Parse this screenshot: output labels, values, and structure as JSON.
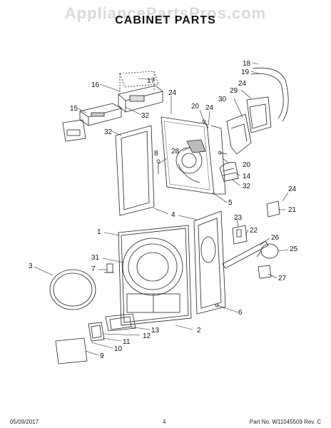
{
  "header": {
    "watermark": "AppliancePartsPros.com",
    "title": "CABINET PARTS"
  },
  "callouts": {
    "c1": "1",
    "c2": "2",
    "c3": "3",
    "c4": "4",
    "c5": "5",
    "c6": "6",
    "c7": "7",
    "c8": "8",
    "c9": "9",
    "c10": "10",
    "c11": "11",
    "c12": "12",
    "c13": "13",
    "c14": "14",
    "c15": "15",
    "c16": "16",
    "c17": "17",
    "c18": "18",
    "c19": "19",
    "c20": "20",
    "c21": "21",
    "c22": "22",
    "c23": "23",
    "c24": "24",
    "c25": "25",
    "c26": "26",
    "c27": "27",
    "c28": "28",
    "c29": "29",
    "c30": "30",
    "c31": "31",
    "c32": "32"
  },
  "footer": {
    "date": "05/09/2017",
    "page": "4",
    "part_info": "Part No. W11045509 Rev. C"
  }
}
